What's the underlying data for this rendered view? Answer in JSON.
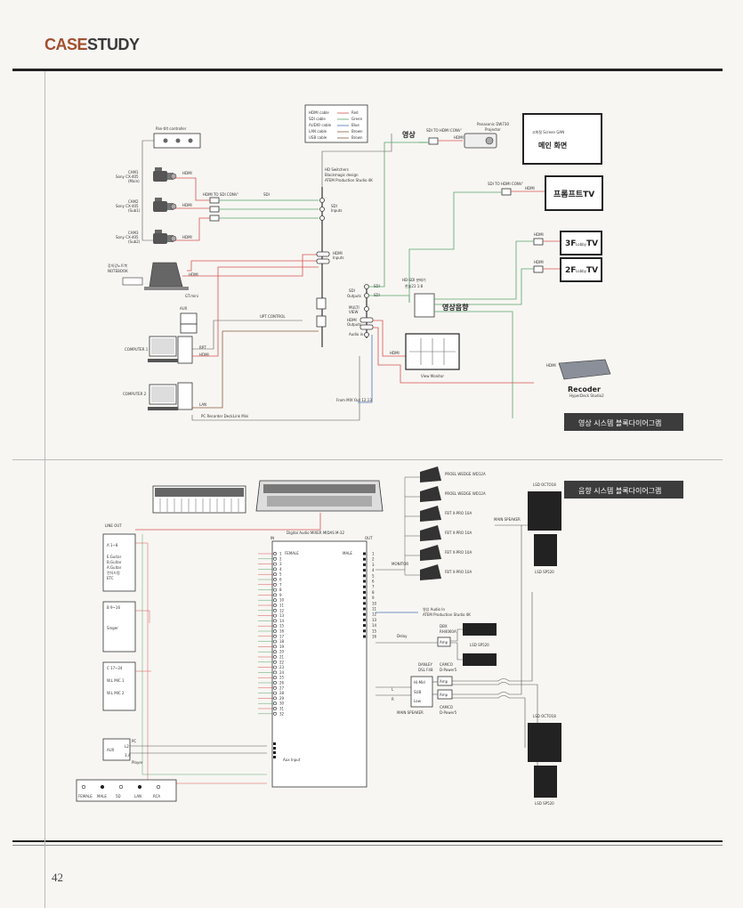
{
  "header": {
    "case": "CASE",
    "study": "STUDY"
  },
  "page_number": "42",
  "video": {
    "title": "영상 시스템 블록다이어그램",
    "legend": [
      {
        "label": "HDMI cable",
        "value": "Red"
      },
      {
        "label": "SDI cable",
        "value": "Green"
      },
      {
        "label": "AUDIO cable",
        "value": "Blue"
      },
      {
        "label": "LAN cable",
        "value": "Brown"
      },
      {
        "label": "USB cable",
        "value": "Brown"
      }
    ],
    "controller": "Pan-tilt controller",
    "cams": [
      {
        "l1": "CAM1",
        "l2": "Sony CX-405",
        "l3": "(Main)"
      },
      {
        "l1": "CAM2",
        "l2": "Sony CX-405",
        "l3": "(Sub1)"
      },
      {
        "l1": "CAM3",
        "l2": "Sony CX-405",
        "l3": "(Sub2)"
      }
    ],
    "hdmi": "HDMI",
    "sdi": "SDI",
    "hdmi_to_sdi": "HDMI TO SDI CONV'",
    "notebook_l1": "강의강노트북",
    "notebook_l2": "NOTEBOOK",
    "switcher": [
      "HD Switchers",
      "Blackmagic design",
      "ATEM Production Studio 4K"
    ],
    "sdi_inputs": [
      "SDI",
      "Inputs"
    ],
    "hdmi_inputs": [
      "HDMI",
      "Inputs"
    ],
    "sdi_outputs": [
      "SDI",
      "Outputs"
    ],
    "multiview": [
      "MULTI",
      "VIEW"
    ],
    "hdmi_outputs": [
      "HDMI",
      "Outputs"
    ],
    "audio_in": "Audio in",
    "gtmini": "GT.mini",
    "aux": "AUX",
    "upt": "UPT CONTROL",
    "computer1": "COMPUTER 1",
    "computer2": "COMPUTER 2",
    "rgb": "RPT",
    "lan": "LAN",
    "pc_recorder": "PC Recorder DeckLink Mini",
    "from_mix": "From MIX Out 12,13",
    "view_monitor": "View Monitor",
    "yeongsang": "영상",
    "sdi_to_hdmi": "SDI TO HDMI CONV'",
    "projector": [
      "Panasonic DW730",
      "Projector"
    ],
    "main_screen_top": "고화질 Screen  GAN",
    "main_screen": "메인 화면",
    "prompt_tv": "프롬프트TV",
    "tv3": "3F",
    "tv2": "2F",
    "tv_small": "Lobby",
    "tv_suffix": "TV",
    "hd_sdi": [
      "HD-SDI 분배기",
      "한솔21 1:8"
    ],
    "yeongsang_eumhyang": "영상음향",
    "recorder": "Recoder",
    "recorder_sub": "HyperDeck Studio2"
  },
  "audio": {
    "title": "음향 시스템 블록다이어그램",
    "line_out": "LINE OUT",
    "group1": [
      "A 1~8",
      "",
      "E.Guitar",
      "B.Guitar",
      "A.Guitar",
      "전자드럼",
      "ETC"
    ],
    "group2": [
      "B 9~16",
      "",
      "",
      "Singer"
    ],
    "group3": [
      "C 17~24",
      "",
      "W.L MIC 1",
      "",
      "W.L MIC 2"
    ],
    "aux": "AUX",
    "pc": "PC",
    "l2": "L2",
    "l34": "3,4",
    "player": "Player",
    "mixer": "Digital Audio MIXER  MIDAS  M-32",
    "in": "IN",
    "out": "OUT",
    "female": "FEMALE",
    "male": "MALE",
    "monitor": "MONITOR",
    "aux_input": "Aux Input",
    "input_nums": [
      "1",
      "2",
      "3",
      "4",
      "5",
      "6",
      "7",
      "8",
      "9",
      "10",
      "11",
      "12",
      "13",
      "14",
      "15",
      "16",
      "17",
      "18",
      "19",
      "20",
      "21",
      "22",
      "23",
      "24",
      "25",
      "26",
      "27",
      "28",
      "29",
      "30",
      "31",
      "32"
    ],
    "output_nums": [
      "1",
      "2",
      "3",
      "4",
      "5",
      "6",
      "7",
      "8",
      "9",
      "10",
      "11",
      "12",
      "13",
      "14",
      "15",
      "16"
    ],
    "wedges": [
      "PROEL WEDGE WD12A",
      "PROEL WEDGE WD12A",
      "FBT X-PRO 10A",
      "FBT X-PRO 10A",
      "FBT X-PRO 10A",
      "FBT X-PRO 10A"
    ],
    "atem_audio": [
      "영상 Audio In",
      "ATEM Production Studio 4K"
    ],
    "delay": "Delay",
    "dbx_amp": [
      "DBX",
      "RH4060A"
    ],
    "amp": "Amp",
    "lsd_small": "LSD SP520",
    "dsp": [
      "DANLEY",
      "DSL F48"
    ],
    "dsp_rows": [
      "Hi-Mid",
      "SUB",
      "Low"
    ],
    "camco1": [
      "CAMCO",
      "D-Power5"
    ],
    "camco2": [
      "CAMCO",
      "D-Power5"
    ],
    "main_speaker": "MAIN SPEAKER",
    "lsd_octo": "LSD OCTO18",
    "lsd_sp": "LSD SP520",
    "l": "L",
    "r": "R",
    "connectors": [
      {
        "sym": "female-connector-icon",
        "label": "FEMALE"
      },
      {
        "sym": "male-connector-icon",
        "label": "MALE"
      },
      {
        "sym": "5d-connector-icon",
        "label": "5D"
      },
      {
        "sym": "lan-connector-icon",
        "label": "LAN"
      },
      {
        "sym": "rca-connector-icon",
        "label": "RCA"
      }
    ],
    "accent_dark": "#3c3c3c",
    "cable_colors": {
      "hdmi": "#d9534f",
      "sdi": "#5aa469",
      "audio": "#4a6fb5",
      "lan": "#8a5a3c"
    }
  }
}
